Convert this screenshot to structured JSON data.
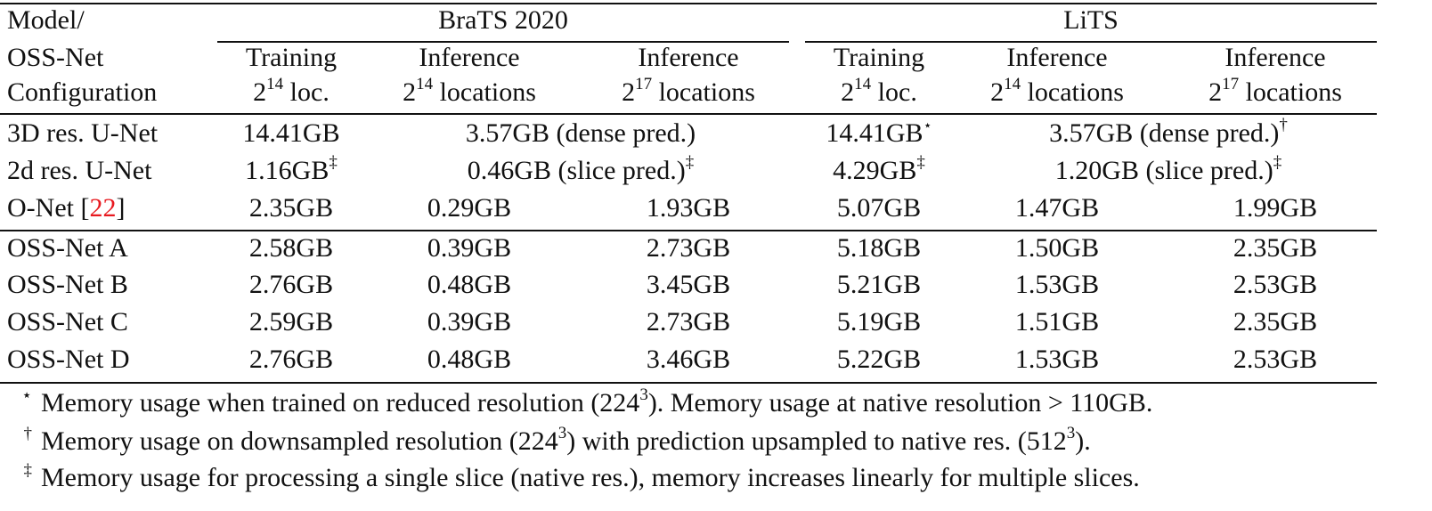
{
  "table": {
    "header": {
      "model_lines": [
        "Model/",
        "OSS-Net",
        "Configuration"
      ],
      "groups": [
        "BraTS 2020",
        "LiTS"
      ],
      "sub": {
        "training_top": "Training",
        "inference_top": "Inference",
        "base": "2",
        "exp14": "14",
        "exp17": "17",
        "loc_short": " loc.",
        "loc_long": " locations"
      }
    },
    "rows_baseline": [
      {
        "model": "3D res. U-Net",
        "brats_train": "14.41GB",
        "brats_merged": "3.57GB (dense pred.)",
        "lits_train": "14.41GB",
        "lits_train_mark": "⋆",
        "lits_merged": "3.57GB (dense pred.)",
        "lits_merged_mark": "†"
      },
      {
        "model": "2d res. U-Net",
        "brats_train": "1.16GB",
        "brats_train_mark": "‡",
        "brats_merged": "0.46GB (slice pred.)",
        "brats_merged_mark": "‡",
        "lits_train": "4.29GB",
        "lits_train_mark": "‡",
        "lits_merged": "1.20GB (slice pred.)",
        "lits_merged_mark": "‡"
      }
    ],
    "onet": {
      "model": "O-Net [",
      "ref": "22",
      "model_close": "]",
      "values": [
        "2.35GB",
        "0.29GB",
        "1.93GB",
        "5.07GB",
        "1.47GB",
        "1.99GB"
      ]
    },
    "rows_oss": [
      {
        "model": "OSS-Net A",
        "values": [
          "2.58GB",
          "0.39GB",
          "2.73GB",
          "5.18GB",
          "1.50GB",
          "2.35GB"
        ]
      },
      {
        "model": "OSS-Net B",
        "values": [
          "2.76GB",
          "0.48GB",
          "3.45GB",
          "5.21GB",
          "1.53GB",
          "2.53GB"
        ]
      },
      {
        "model": "OSS-Net C",
        "values": [
          "2.59GB",
          "0.39GB",
          "2.73GB",
          "5.19GB",
          "1.51GB",
          "2.35GB"
        ]
      },
      {
        "model": "OSS-Net D",
        "values": [
          "2.76GB",
          "0.48GB",
          "3.46GB",
          "5.22GB",
          "1.53GB",
          "2.53GB"
        ]
      }
    ],
    "footnotes": [
      {
        "mark": "⋆",
        "pre": "Memory usage when trained on reduced resolution (224",
        "sup": "3",
        "post": "). Memory usage at native resolution > 110GB."
      },
      {
        "mark": "†",
        "pre": "Memory usage on downsampled resolution (224",
        "sup": "3",
        "post": ") with prediction upsampled to native res. (512",
        "sup2": "3",
        "post2": ")."
      },
      {
        "mark": "‡",
        "pre": "Memory usage for processing a single slice (native res.), memory increases linearly for multiple slices."
      }
    ]
  }
}
